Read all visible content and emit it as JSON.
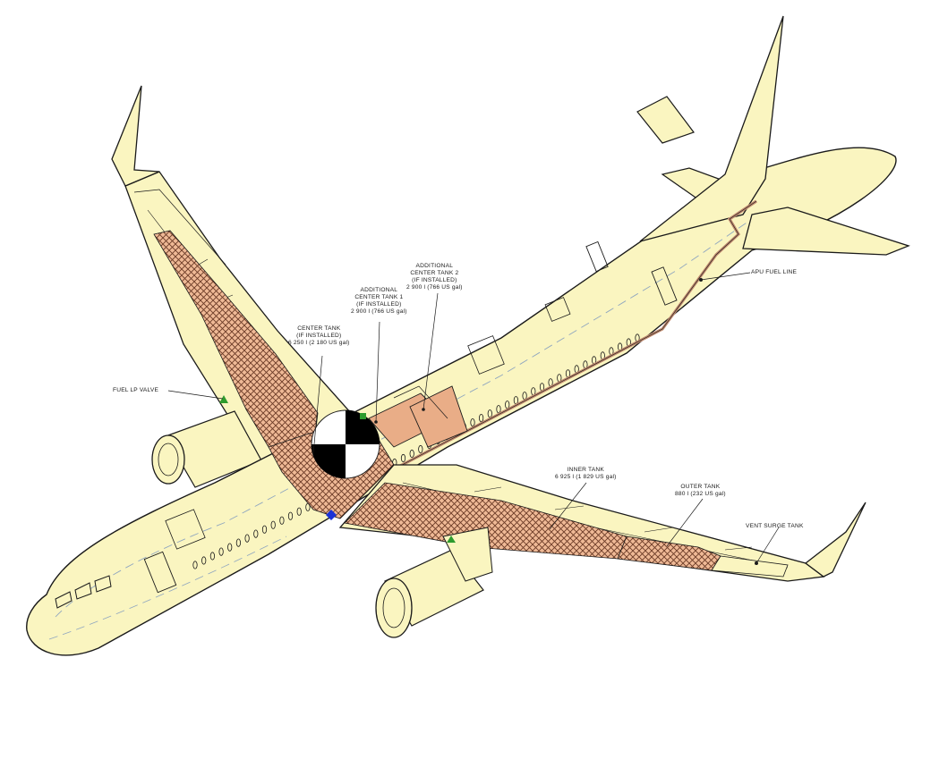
{
  "colors": {
    "airframe": "#faf5c0",
    "outline": "#1a1a1a",
    "tank_fill": "#efb996",
    "hatch": "#6b3a26",
    "additional_tank": "#e9ad87",
    "apu_line": "#c08a6f",
    "valve_marker": "#2e9b2e",
    "pump_marker": "#1b32d6"
  },
  "labels": {
    "center_tank": [
      "CENTER TANK",
      "(IF INSTALLED)",
      "6 250 l (2 180 US gal)"
    ],
    "act1": [
      "ADDITIONAL",
      "CENTER TANK 1",
      "(IF INSTALLED)",
      "2 900 l (766 US gal)"
    ],
    "act2": [
      "ADDITIONAL",
      "CENTER TANK 2",
      "(IF INSTALLED)",
      "2 900 l (766 US gal)"
    ],
    "apu_fuel_line": "APU FUEL LINE",
    "fuel_lp_valve": "FUEL LP VALVE",
    "inner_tank": [
      "INNER TANK",
      "6 925 l (1 829 US gal)"
    ],
    "outer_tank": [
      "OUTER TANK",
      "880 l (232 US gal)"
    ],
    "vent_surge_tank": "VENT SURGE TANK"
  }
}
